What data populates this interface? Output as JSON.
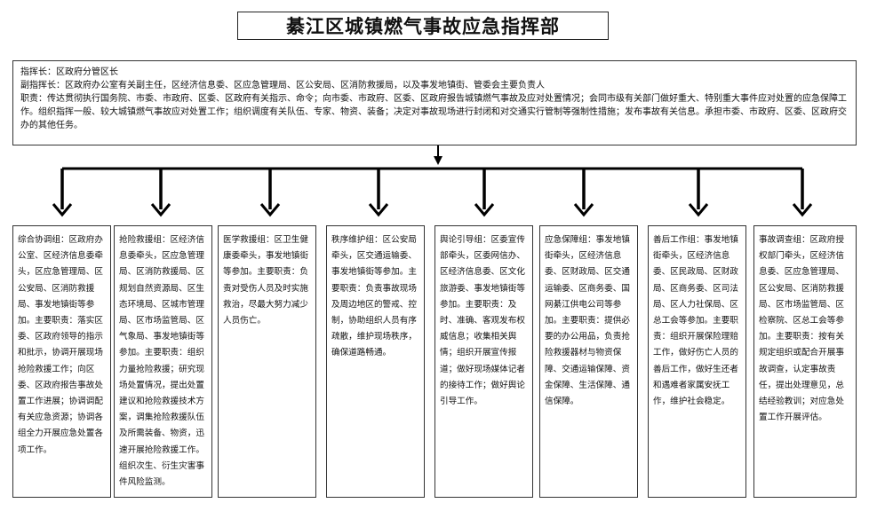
{
  "title": "綦江区城镇燃气事故应急指挥部",
  "summary": {
    "line1": "指挥长：区政府分管区长",
    "line2": "副指挥长：区政府办公室有关副主任，区经济信息委、区应急管理局、区公安局、区消防救援局，以及事发地镇街、管委会主要负责人",
    "line3": "职责：传达贯彻执行国务院、市委、市政府、区委、区政府有关指示、命令；向市委、市政府、区委、区政府报告城镇燃气事故及应对处置情况；会同市级有关部门做好重大、特别重大事件应对处置的应急保障工作。组织指挥一般、较大城镇燃气事故应对处置工作；组织调度有关队伍、专家、物资、装备；决定对事故现场进行封闭和对交通实行管制等强制性措施；发布事故有关信息。承担市委、市政府、区委、区政府交办的其他任务。"
  },
  "groups": [
    {
      "text": "综合协调组：区政府办公室、区经济信息委牵头，区应急管理局、区公安局、区消防救援局、事发地镇街等参加。主要职责：落实区委、区政府领导的指示和批示，协调开展现场抢险救援工作；向区委、区政府报告事故处置工作进展；协调调配有关应急资源；协调各组全力开展应急处置各项工作。"
    },
    {
      "text": "抢险救援组：区经济信息委牵头，区应急管理局、区消防救援局、区规划自然资源局、区生态环境局、区城市管理局、区市场监管局、区气象局、事发地镇街等参加。主要职责：组织力量抢险救援；研究现场处置情况，提出处置建议和抢险救援技术方案，调集抢险救援队伍及所需装备、物资，迅速开展抢险救援工作。组织次生、衍生灾害事件风险监测。"
    },
    {
      "text": "医学救援组：区卫生健康委牵头，事发地镇街等参加。主要职责：负责对受伤人员及时实施救治，尽最大努力减少人员伤亡。"
    },
    {
      "text": "秩序维护组：区公安局牵头，区交通运输委、事发地镇街等参加。主要职责：负责事故现场及周边地区的警戒、控制，协助组织人员有序疏散，维护现场秩序，确保道路畅通。"
    },
    {
      "text": "舆论引导组：区委宣传部牵头，区委网信办、区经济信息委、区文化旅游委、事发地镇街等参加。主要职责：及时、准确、客观发布权威信息；收集相关舆情；组织开展宣传报道；做好现场媒体记者的接待工作；做好舆论引导工作。"
    },
    {
      "text": "应急保障组：事发地镇街牵头，区经济信息委、区财政局、区交通运输委、区商务委、国网綦江供电公司等参加。主要职责：提供必要的办公用品，负责抢险救援器材与物资保障、交通运输保障、资金保障、生活保障、通信保障。"
    },
    {
      "text": "善后工作组：事发地镇街牵头，区经济信息委、区民政局、区财政局、区商务委、区司法局、区人力社保局、区总工会等参加。主要职责：组织开展保险理赔工作，做好伤亡人员的善后工作，做好生还者和遇难者家属安抚工作，维护社会稳定。"
    },
    {
      "text": "事故调查组：区政府授权部门牵头，区经济信息委、区应急管理局、区公安局、区消防救援局、区市场监管局、区检察院、区总工会等参加。主要职责：按有关规定组织或配合开展事故调查，认定事故责任，提出处理意见，总结经验教训；对应急处置工作开展评估。"
    }
  ]
}
